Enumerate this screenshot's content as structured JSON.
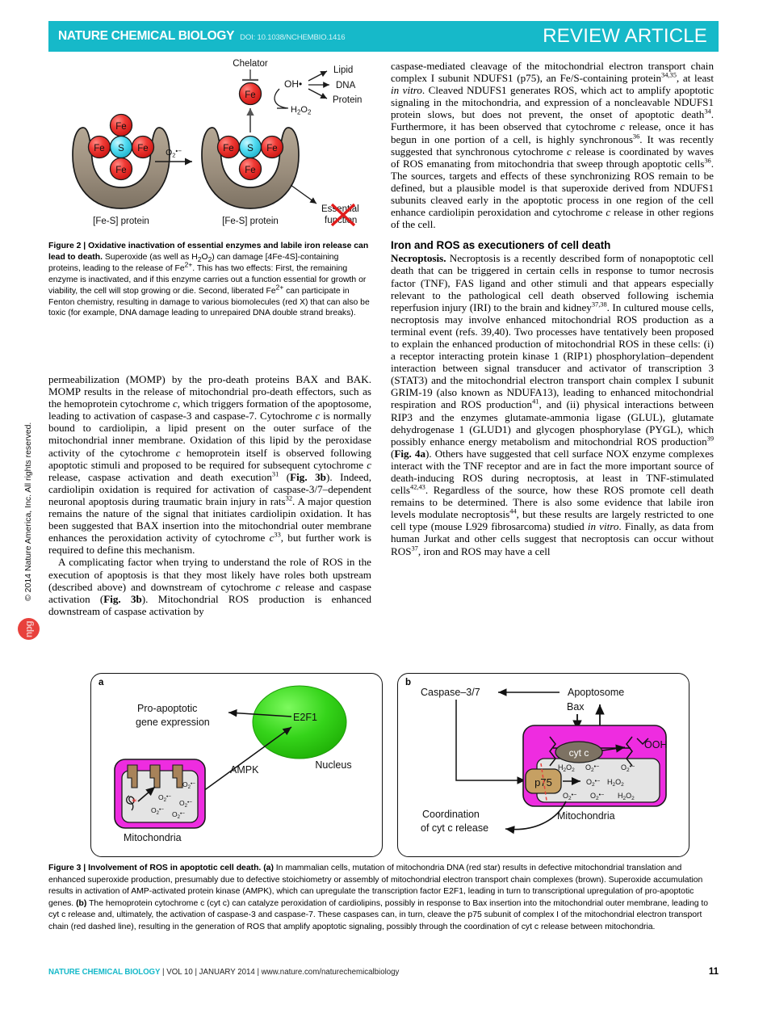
{
  "header": {
    "journal": "NATURE CHEMICAL BIOLOGY",
    "doi": "DOI: 10.1038/NCHEMBIO.1416",
    "article_type": "REVIEW ARTICLE",
    "accent_color": "#16b9c9"
  },
  "side_margin": {
    "copyright": "© 2014 Nature America, Inc. All rights reserved.",
    "logo_text": "npg",
    "logo_color": "#e8413c"
  },
  "figure2": {
    "label": "Figure 2 |",
    "title": "Oxidative inactivation of essential enzymes and labile iron release can lead to death.",
    "body_1": "Superoxide (as well as H",
    "body_sub1": "2",
    "body_2": "O",
    "body_sub2": "2",
    "body_3": ") can damage [4Fe-4S]-containing proteins, leading to the release of Fe",
    "body_sup1": "2+",
    "body_4": ". This has two effects: First, the remaining enzyme is inactivated, and if this enzyme carries out a function essential for growth or viability, the cell will stop growing or die. Second, liberated Fe",
    "body_sup2": "2+",
    "body_5": " can participate in Fenton chemistry, resulting in damage to various biomolecules (red X) that can also be toxic (for example, DNA damage leading to unrepaired DNA double strand breaks).",
    "art": {
      "chelator": "Chelator",
      "fe_label": "Fe",
      "s_label": "S",
      "oh_radical": "OH•",
      "h2o2": "H",
      "h2o2_sub1": "2",
      "h2o2_mid": "O",
      "h2o2_sub2": "2",
      "lipid": "Lipid",
      "dna": "DNA",
      "protein": "Protein",
      "superoxide": "O",
      "superoxide_sub": "2",
      "superoxide_sup": "•−",
      "protein_left": "[Fe-S] protein",
      "protein_right": "[Fe-S] protein",
      "essential": "Essential",
      "function": "function",
      "fe_color": "#ee2b2b",
      "s_color": "#4ad9ef",
      "protein_color": "#9c8f7e"
    }
  },
  "left_column": {
    "para1_a": "permeabilization (MOMP) by the pro-death proteins BAX and BAK. MOMP results in the release of mitochondrial pro-death effectors, such as the hemoprotein cytochrome ",
    "para1_c1": "c",
    "para1_b": ", which triggers formation of the apoptosome, leading to activation of caspase-3 and caspase-7. Cytochrome ",
    "para1_c2": "c",
    "para1_d": " is normally bound to cardiolipin, a lipid present on the outer surface of the mitochondrial inner membrane. Oxidation of this lipid by the peroxidase activity of the cytochrome ",
    "para1_c3": "c",
    "para1_e": " hemoprotein itself is observed following apoptotic stimuli and proposed to be required for subsequent cytochrome ",
    "para1_c4": "c",
    "para1_f": " release, caspase activation and death execution",
    "para1_sup1": "31",
    "para1_g": " (",
    "para1_fig1": "Fig. 3b",
    "para1_h": "). Indeed, cardiolipin oxidation is required for activation of caspase-3/7–dependent neuronal apoptosis during traumatic brain injury in rats",
    "para1_sup2": "32",
    "para1_i": ". A major question remains the nature of the signal that initiates cardiolipin oxidation. It has been suggested that BAX insertion into the mitochondrial outer membrane enhances the peroxidation activity of cytochrome ",
    "para1_c5": "c",
    "para1_sup3": "33",
    "para1_j": ", but further work is required to define this mechanism.",
    "para2_a": "A complicating factor when trying to understand the role of ROS in the execution of apoptosis is that they most likely have roles both upstream (described above) and downstream of cytochrome ",
    "para2_c1": "c",
    "para2_b": " release and caspase activation (",
    "para2_fig1": "Fig. 3b",
    "para2_c": "). Mitochondrial ROS production is enhanced downstream of caspase activation by"
  },
  "right_column": {
    "para1_a": "caspase-mediated cleavage of the mitochondrial electron transport chain complex I subunit NDUFS1 (p75), an Fe/S-containing protein",
    "para1_sup1": "34,35",
    "para1_b": ", at least ",
    "para1_i1": "in vitro",
    "para1_c": ". Cleaved NDUFS1 generates ROS, which act to amplify apoptotic signaling in the mitochondria, and expression of a noncleavable NDUFS1 protein slows, but does not prevent, the onset of apoptotic death",
    "para1_sup2": "34",
    "para1_d": ". Furthermore, it has been observed that cytochrome ",
    "para1_c1": "c",
    "para1_e": " release, once it has begun in one portion of a cell, is highly synchronous",
    "para1_sup3": "36",
    "para1_f": ". It was recently suggested that synchronous cytochrome ",
    "para1_c2": "c",
    "para1_g": " release is coordinated by waves of ROS emanating from mitochondria that sweep through apoptotic cells",
    "para1_sup4": "36",
    "para1_h": ". The sources, targets and effects of these synchronizing ROS remain to be defined, but a plausible model is that superoxide derived from NDUFS1 subunits cleaved early in the apoptotic process in one region of the cell enhance cardiolipin peroxidation and cytochrome ",
    "para1_c3": "c",
    "para1_i": " release in other regions of the cell.",
    "section_heading": "Iron and ROS as executioners of cell death",
    "para2_runin": "Necroptosis.",
    "para2_a": " Necroptosis is a recently described form of nonapoptotic cell death that can be triggered in certain cells in response to tumor necrosis factor (TNF), FAS ligand and other stimuli and that appears especially relevant to the pathological cell death observed following ischemia reperfusion injury (IRI) to the brain and kidney",
    "para2_sup1": "37,38",
    "para2_b": ". In cultured mouse cells, necroptosis may involve enhanced mitochondrial ROS production as a terminal event (refs. 39,40). Two processes have tentatively been proposed to explain the enhanced production of mitochondrial ROS in these cells: (i) a receptor interacting protein kinase 1 (RIP1) phosphorylation–dependent interaction between signal transducer and activator of transcription 3 (STAT3) and the mitochondrial electron transport chain complex I subunit GRIM-19 (also known as NDUFA13), leading to enhanced mitochondrial respiration and ROS production",
    "para2_sup2": "41",
    "para2_c": ", and (ii) physical interactions between RIP3 and the enzymes glutamate-ammonia ligase (GLUL), glutamate dehydrogenase 1 (GLUD1) and glycogen phosphorylase (PYGL), which possibly enhance energy metabolism and mitochondrial ROS production",
    "para2_sup3": "39",
    "para2_d": " (",
    "para2_fig1": "Fig. 4a",
    "para2_e": "). Others have suggested that cell surface NOX enzyme complexes interact with the TNF receptor and are in fact the more important source of death-inducing ROS during necroptosis, at least in TNF-stimulated cells",
    "para2_sup4": "42,43",
    "para2_f": ". Regardless of the source, how these ROS promote cell death remains to be determined. There is also some evidence that labile iron levels modulate necroptosis",
    "para2_sup5": "44",
    "para2_g": ", but these results are largely restricted to one cell type (mouse L929 fibrosarcoma) studied ",
    "para2_i1": "in vitro",
    "para2_h": ". Finally, as data from human Jurkat and other cells suggest that necroptosis can occur without ROS",
    "para2_sup6": "37",
    "para2_i": ", iron and ROS may have a cell"
  },
  "figure3": {
    "panel_a": {
      "letter": "a",
      "pro_apoptotic_1": "Pro-apoptotic",
      "pro_apoptotic_2": "gene expression",
      "e2f1": "E2F1",
      "nucleus": "Nucleus",
      "ampk": "AMPK",
      "mitochondria": "Mitochondria",
      "superoxide": "O",
      "superoxide_sub": "2",
      "superoxide_sup": "•−",
      "nucleus_color": "#35d41a",
      "mito_color": "#ee2ce0",
      "complex_color": "#a8835a",
      "star_color": "#ee2b2b"
    },
    "panel_b": {
      "letter": "b",
      "caspase": "Caspase–3/7",
      "apoptosome": "Apoptosome",
      "bax": "Bax",
      "cyt_c": "cyt c",
      "ooh": "OOH",
      "p75": "p75",
      "mitochondria": "Mitochondria",
      "coordination_1": "Coordination",
      "coordination_2": "of cyt c release",
      "h2o2": "H",
      "h2o2_sub1": "2",
      "h2o2_mid": "O",
      "h2o2_sub2": "2",
      "superoxide": "O",
      "superoxide_sub": "2",
      "superoxide_sup": "•−",
      "mito_color": "#ee2ce0",
      "cytc_color": "#7d7263",
      "p75_color": "#c6a063"
    },
    "caption": {
      "label": "Figure 3 |",
      "title": "Involvement of ROS in apoptotic cell death.",
      "a_marker": "(a)",
      "a_text": " In mammalian cells, mutation of mitochondria DNA (red star) results in defective mitochondrial translation and enhanced superoxide production, presumably due to defective stoichiometry or assembly of mitochondrial electron transport chain complexes (brown). Superoxide accumulation results in activation of AMP-activated protein kinase (AMPK), which can upregulate the transcription factor E2F1, leading in turn to transcriptional upregulation of pro-apoptotic genes. ",
      "b_marker": "(b)",
      "b_text": " The hemoprotein cytochrome c (cyt c) can catalyze peroxidation of cardiolipins, possibly in response to Bax insertion into the mitochondrial outer membrane, leading to cyt c release and, ultimately, the activation of caspase-3 and caspase-7. These caspases can, in turn, cleave the p75 subunit of complex I of the mitochondrial electron transport chain (red dashed line), resulting in the generation of ROS that amplify apoptotic signaling, possibly through the coordination of cyt c release between mitochondria."
    }
  },
  "footer": {
    "journal": "NATURE CHEMICAL BIOLOGY",
    "details": " | VOL 10 | JANUARY 2014 | www.nature.com/naturechemicalbiology",
    "page": "11"
  }
}
